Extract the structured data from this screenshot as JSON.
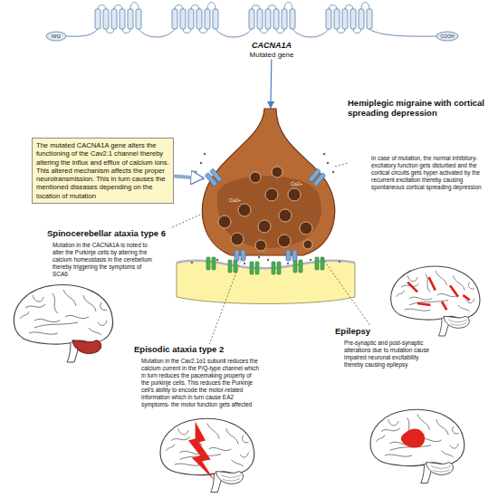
{
  "diagram": {
    "nodes": [
      {
        "text": [
          "CACNA1A",
          "Mutated gene"
        ]
      },
      {
        "text": [
          "The mutated CACNA1A gene alters the functioning of the Cav2.1 channel thereby altering the influx and efflux of calcium ions. This altered mechanism affects the proper neurotransmission. This in turn causes the mentioned diseases depending on the location of mutation"
        ]
      },
      {
        "text": [
          "Ca2+",
          "Ca2+"
        ]
      },
      {
        "text": [
          "Hemiplegic migraine with cortical spreading depression",
          "In case of mutation, the normal inhibitory-excitatory function gets disturbed and the cortical circuits gets hyper activated by the recurrent excitation thereby causing spontaneous cortical spreading depression"
        ]
      },
      {
        "text": [
          "Spinocerebellar ataxia type 6",
          "Mutation in the CACNA1A is noted to alter the Purkinje cells by altering the calcium homeostasis in the cerebellum thereby triggering the symptoms of SCA6"
        ]
      },
      {
        "text": [
          "Epilepsy",
          "Pre-synaptic and post-synaptic alterations due to mutation cause impaired neuronal excitability thereby causing epilepsy"
        ]
      },
      {
        "text": [
          "Episodic ataxia type 2",
          "Mutation in the Cav2.1α1 subunit reduces the calcium current in the P/Q-type channel which in turn reduces the pacemaking property of the purkinje cells. This reduces the Purkinje cell's ability to encode the motor-related information which in turn cause EA2 symptoms- the motor function gets affected"
        ]
      }
    ],
    "edges": [
      {
        "from": 0,
        "to": 2,
        "arrow": "to"
      },
      {
        "from": 1,
        "to": 2,
        "arrow": "to"
      },
      {
        "from": 2,
        "to": 3,
        "arrow": "none"
      },
      {
        "from": 2,
        "to": 4,
        "arrow": "none"
      },
      {
        "from": 2,
        "to": 5,
        "arrow": "none"
      },
      {
        "from": 2,
        "to": 6,
        "arrow": "none"
      }
    ],
    "labels": [
      "NH2",
      "COOH"
    ]
  }
}
